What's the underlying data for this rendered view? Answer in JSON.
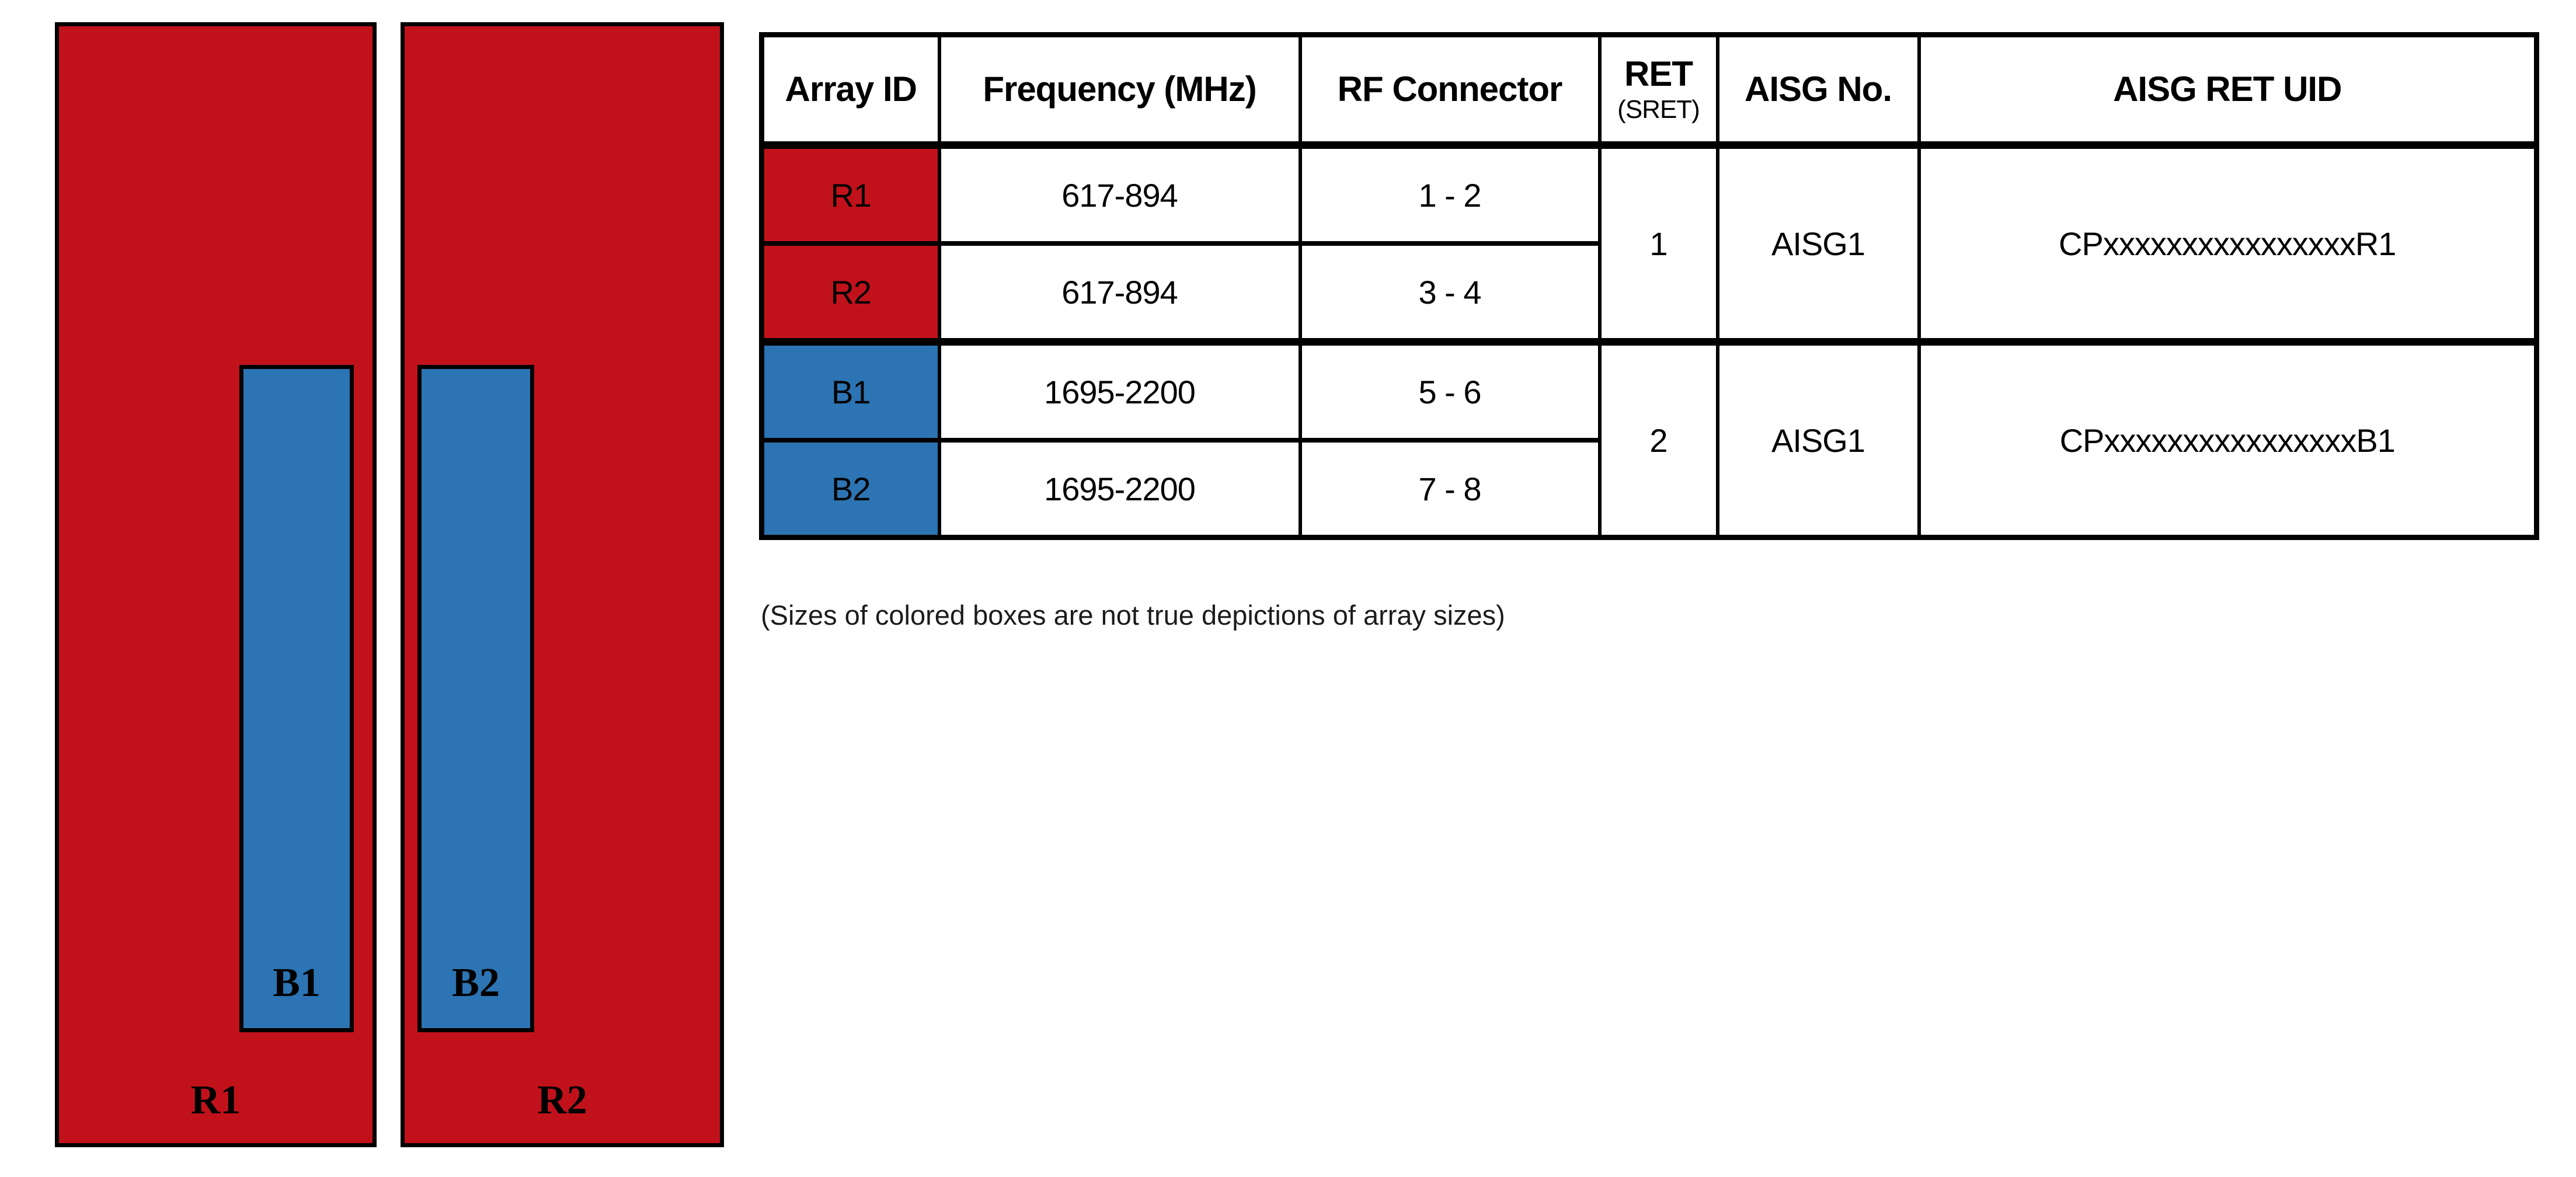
{
  "figure": {
    "note": "(Sizes of colored boxes are not true depictions of array sizes)"
  },
  "colors": {
    "red": "#C1121C",
    "blue": "#2C74B3",
    "border": "#000000",
    "background": "#FFFFFF"
  },
  "diagram": {
    "arrays": [
      {
        "label": "R1",
        "color": "red",
        "sub": {
          "label": "B1",
          "color": "blue",
          "position": "right-inside"
        }
      },
      {
        "label": "R2",
        "color": "red",
        "sub": {
          "label": "B2",
          "color": "blue",
          "position": "left-inside"
        }
      }
    ]
  },
  "table": {
    "headers": {
      "array_id": "Array ID",
      "frequency": "Frequency (MHz)",
      "rf_connector": "RF Connector",
      "ret": "RET",
      "ret_sub": "(SRET)",
      "aisg_no": "AISG No.",
      "aisg_ret_uid": "AISG RET UID"
    },
    "rows": [
      {
        "array_id": "R1",
        "frequency": "617-894",
        "rf_connector": "1 - 2",
        "color": "red"
      },
      {
        "array_id": "R2",
        "frequency": "617-894",
        "rf_connector": "3 - 4",
        "color": "red"
      },
      {
        "array_id": "B1",
        "frequency": "1695-2200",
        "rf_connector": "5 - 6",
        "color": "blue"
      },
      {
        "array_id": "B2",
        "frequency": "1695-2200",
        "rf_connector": "7 - 8",
        "color": "blue"
      }
    ],
    "groups": [
      {
        "ret": "1",
        "aisg_no": "AISG1",
        "aisg_ret_uid": "CPxxxxxxxxxxxxxxxxR1"
      },
      {
        "ret": "2",
        "aisg_no": "AISG1",
        "aisg_ret_uid": "CPxxxxxxxxxxxxxxxxB1"
      }
    ]
  }
}
